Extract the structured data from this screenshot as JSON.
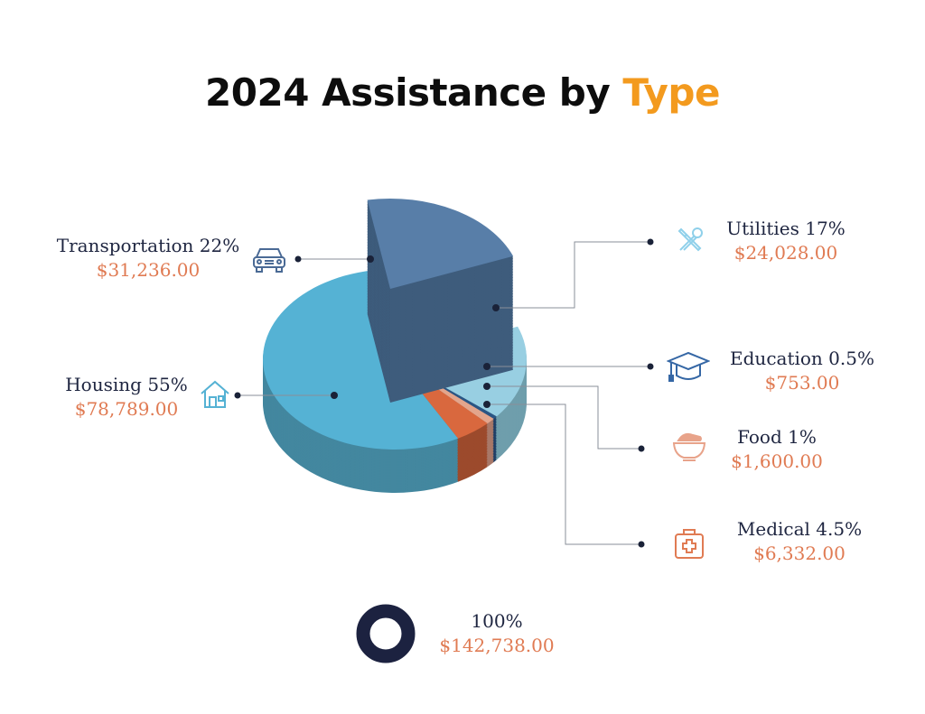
{
  "title": {
    "main": "2024 Assistance by ",
    "highlight": "Type"
  },
  "colors": {
    "text": "#1e2540",
    "value": "#e07b53",
    "title_highlight": "#f39a1e"
  },
  "chart_data": {
    "type": "pie",
    "style": "3d",
    "title": "2024 Assistance by Type",
    "slices": [
      {
        "label": "Transportation",
        "percent_label": "22%",
        "value": 31236.0,
        "value_label": "$31,236.00",
        "icon": "car-icon",
        "top": "#587ea8",
        "side": "#3e5c7c",
        "exploded": true
      },
      {
        "label": "Utilities",
        "percent_label": "17%",
        "value": 24028.0,
        "value_label": "$24,028.00",
        "icon": "tools-icon",
        "top": "#98cfe2",
        "side": "#6f9eac"
      },
      {
        "label": "Education",
        "percent_label": "0.5%",
        "value": 753.0,
        "value_label": "$753.00",
        "icon": "graduation-cap-icon",
        "top": "#2a5584",
        "side": "#1f3f66"
      },
      {
        "label": "Food",
        "percent_label": "1%",
        "value": 1600.0,
        "value_label": "$1,600.00",
        "icon": "food-bowl-icon",
        "top": "#e3a58c",
        "side": "#a87868"
      },
      {
        "label": "Medical",
        "percent_label": "4.5%",
        "value": 6332.0,
        "value_label": "$6,332.00",
        "icon": "first-aid-kit-icon",
        "top": "#d9683e",
        "side": "#9c4a2c"
      },
      {
        "label": "Housing",
        "percent_label": "55%",
        "value": 78789.0,
        "value_label": "$78,789.00",
        "icon": "house-icon",
        "top": "#55b2d4",
        "side": "#43879f"
      }
    ],
    "total": {
      "percent_label": "100%",
      "value": 142738.0,
      "value_label": "$142,738.00"
    }
  }
}
